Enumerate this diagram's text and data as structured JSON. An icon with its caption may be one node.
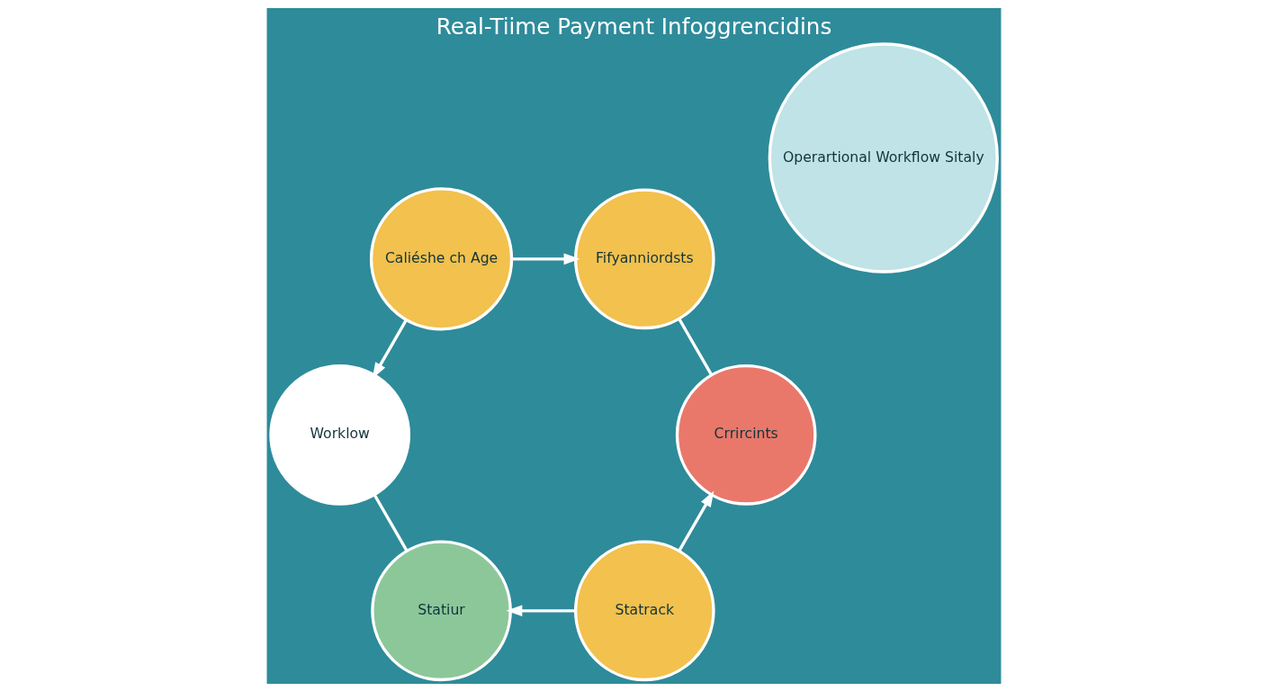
{
  "diagram": {
    "title": "Real-Tiime Payment Infoggrencidins",
    "nodes": [
      {
        "text": [
          "Statrack"
        ]
      },
      {
        "text": [
          "Statiur"
        ]
      },
      {
        "text": [
          "Worklow"
        ]
      },
      {
        "text": [
          "Caliéshe ch Age"
        ]
      },
      {
        "text": [
          "Fifyanniordsts"
        ]
      },
      {
        "text": [
          "Crrircints"
        ]
      },
      {
        "text": [
          "Operartional Workflow Sitaly"
        ]
      }
    ],
    "edges": [
      {
        "from": 0,
        "to": 1,
        "arrow": "to"
      },
      {
        "from": 1,
        "to": 2,
        "arrow": "none"
      },
      {
        "from": 3,
        "to": 2,
        "arrow": "to"
      },
      {
        "from": 3,
        "to": 4,
        "arrow": "to"
      },
      {
        "from": 0,
        "to": 5,
        "arrow": "to"
      },
      {
        "from": 5,
        "to": 4,
        "arrow": "none"
      }
    ]
  }
}
